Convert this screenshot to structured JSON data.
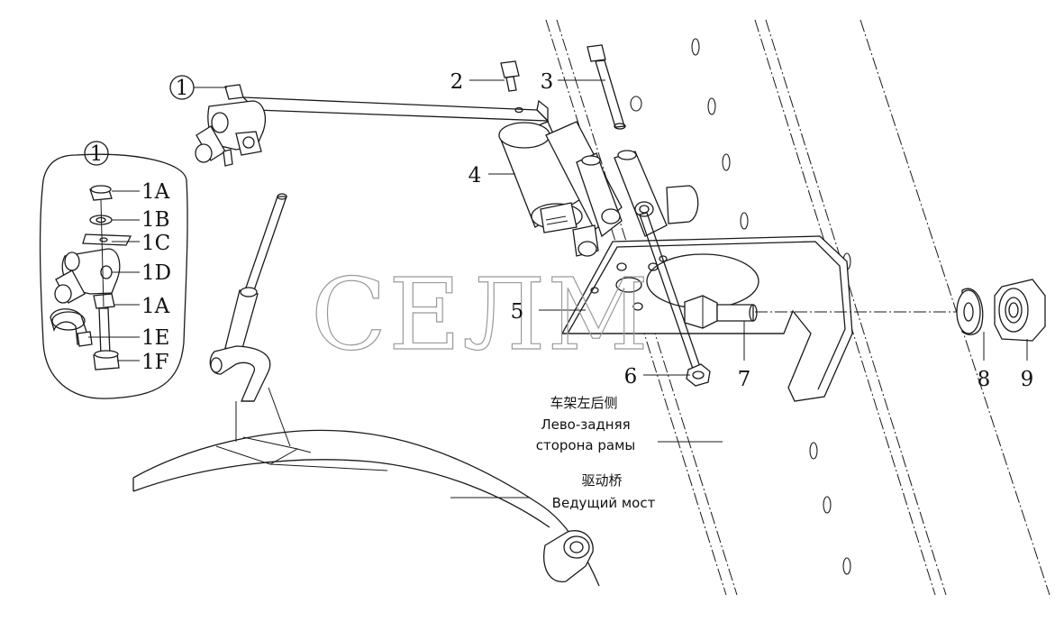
{
  "callouts": {
    "c1_top": "1",
    "c1_detail": "1",
    "c2": "2",
    "c3": "3",
    "c4": "4",
    "c5": "5",
    "c6": "6",
    "c7": "7",
    "c8": "8",
    "c9": "9",
    "c1A_top": "1A",
    "c1B": "1B",
    "c1C": "1C",
    "c1D": "1D",
    "c1A_bottom": "1A",
    "c1E": "1E",
    "c1F": "1F"
  },
  "notes": {
    "frame_cn": "车架左后侧",
    "frame_ru_line1": "Лево-задняя",
    "frame_ru_line2": "сторона рамы",
    "axle_cn": "驱动桥",
    "axle_ru": "Ведущий мост"
  },
  "watermark": "СЕЛМ",
  "colors": {
    "line": "#1a1a1a",
    "watermark": "#9a9a9a",
    "background": "#ffffff"
  }
}
